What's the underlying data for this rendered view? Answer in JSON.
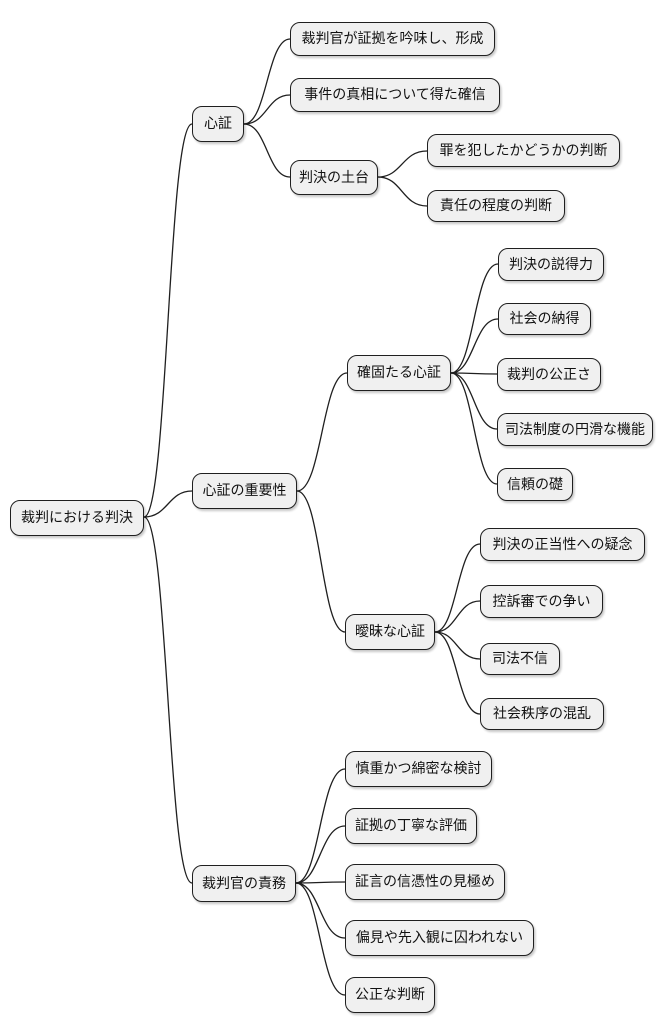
{
  "diagram": {
    "type": "mindmap",
    "background": "#ffffff",
    "node_fill": "#f0f0f0",
    "node_border": "#1f1f1f",
    "edge_color": "#1f1f1f",
    "text_color": "#111111"
  },
  "root": {
    "label": "裁判における判決",
    "children": [
      {
        "label": "心証",
        "children": [
          {
            "label": "裁判官が証拠を吟味し、形成"
          },
          {
            "label": "事件の真相について得た確信"
          },
          {
            "label": "判決の土台",
            "children": [
              {
                "label": "罪を犯したかどうかの判断"
              },
              {
                "label": "責任の程度の判断"
              }
            ]
          }
        ]
      },
      {
        "label": "心証の重要性",
        "children": [
          {
            "label": "確固たる心証",
            "children": [
              {
                "label": "判決の説得力"
              },
              {
                "label": "社会の納得"
              },
              {
                "label": "裁判の公正さ"
              },
              {
                "label": "司法制度の円滑な機能"
              },
              {
                "label": "信頼の礎"
              }
            ]
          },
          {
            "label": "曖昧な心証",
            "children": [
              {
                "label": "判決の正当性への疑念"
              },
              {
                "label": "控訴審での争い"
              },
              {
                "label": "司法不信"
              },
              {
                "label": "社会秩序の混乱"
              }
            ]
          }
        ]
      },
      {
        "label": "裁判官の責務",
        "children": [
          {
            "label": "慎重かつ綿密な検討"
          },
          {
            "label": "証拠の丁寧な評価"
          },
          {
            "label": "証言の信憑性の見極め"
          },
          {
            "label": "偏見や先入観に囚われない"
          },
          {
            "label": "公正な判断"
          }
        ]
      }
    ]
  }
}
